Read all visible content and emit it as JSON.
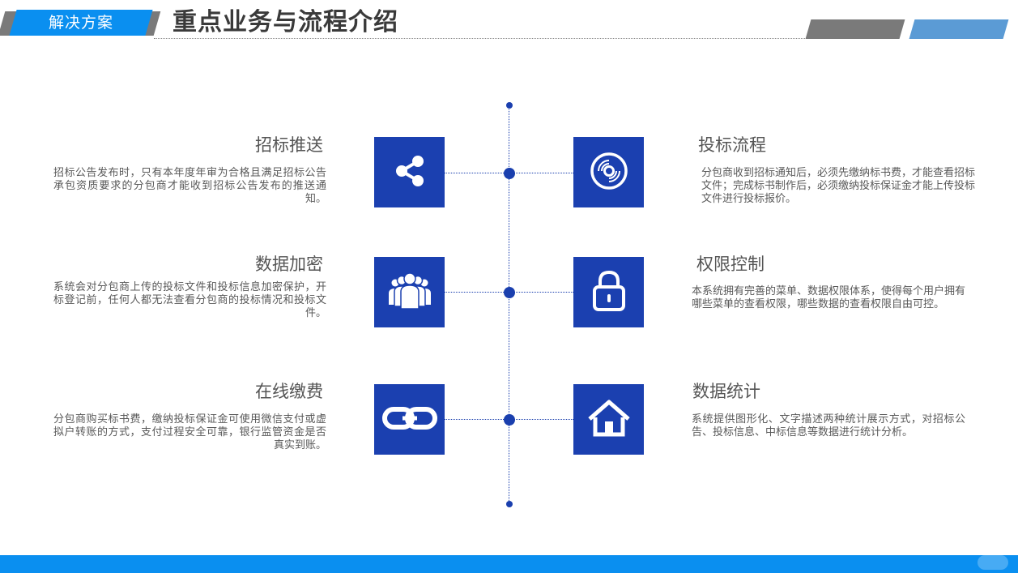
{
  "header": {
    "section_tag": "解决方案",
    "title": "重点业务与流程介绍"
  },
  "colors": {
    "accent_blue": "#0a8ff0",
    "icon_blue": "#1b40b0",
    "deco_gray": "#7a7a7a",
    "deco_light_blue": "#5b9bd5"
  },
  "items_left": [
    {
      "heading": "招标推送",
      "icon": "share-icon",
      "text": "招标公告发布时，只有本年度年审为合格且满足招标公告承包资质要求的分包商才能收到招标公告发布的推送通知。"
    },
    {
      "heading": "数据加密",
      "icon": "group-users-icon",
      "text": "系统会对分包商上传的投标文件和投标信息加密保护，开标登记前，任何人都无法查看分包商的投标情况和投标文件。"
    },
    {
      "heading": "在线缴费",
      "icon": "link-icon",
      "text": "分包商购买标书费，缴纳投标保证金可使用微信支付或虚拟户转账的方式，支付过程安全可靠，银行监管资金是否真实到账。"
    }
  ],
  "items_right": [
    {
      "heading": "投标流程",
      "icon": "disc-icon",
      "text": "分包商收到招标通知后，必须先缴纳标书费，才能查看招标文件；完成标书制作后，必须缴纳投标保证金才能上传投标文件进行投标报价。"
    },
    {
      "heading": "权限控制",
      "icon": "lock-icon",
      "text": "本系统拥有完善的菜单、数据权限体系，使得每个用户拥有哪些菜单的查看权限，哪些数据的查看权限自由可控。"
    },
    {
      "heading": "数据统计",
      "icon": "home-icon",
      "text": "系统提供图形化、文字描述两种统计展示方式，对招标公告、投标信息、中标信息等数据进行统计分析。"
    }
  ]
}
